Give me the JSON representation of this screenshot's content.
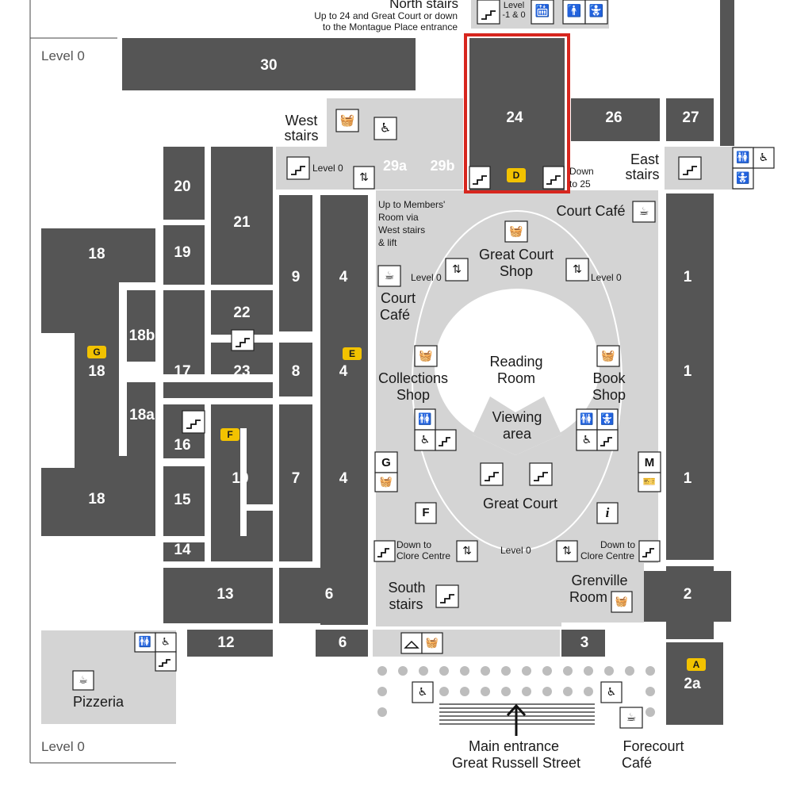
{
  "level_labels": {
    "top": "Level 0",
    "bottom": "Level 0"
  },
  "north_stairs": {
    "title": "North stairs",
    "desc_line1": "Up to 24 and Great Court or down",
    "desc_line2": "to the Montague Place entrance",
    "lift_label_line1": "Level",
    "lift_label_line2": "-1 & 0"
  },
  "rooms": {
    "r30": "30",
    "r24": "24",
    "r26": "26",
    "r27": "27",
    "r29a": "29a",
    "r29b": "29b",
    "r20": "20",
    "r21": "21",
    "r19": "19",
    "r18_top": "18",
    "r18_mid": "18",
    "r18_bottom": "18",
    "r18b": "18b",
    "r18a": "18a",
    "r17": "17",
    "r22": "22",
    "r23": "23",
    "r16": "16",
    "r15": "15",
    "r14": "14",
    "r13": "13",
    "r12": "12",
    "r10": "10",
    "r9": "9",
    "r8": "8",
    "r7": "7",
    "r4_top": "4",
    "r4_mid": "4",
    "r4_bottom": "4",
    "r6_top": "6",
    "r6_bottom": "6",
    "r1_top": "1",
    "r1_mid": "1",
    "r1_bottom": "1",
    "r2": "2",
    "r2a": "2a",
    "r3": "3"
  },
  "badges": {
    "a": "A",
    "d": "D",
    "e": "E",
    "f": "F",
    "g": "G"
  },
  "areas": {
    "west_stairs_l1": "West",
    "west_stairs_l2": "stairs",
    "east_stairs_l1": "East",
    "east_stairs_l2": "stairs",
    "down_to_25_l1": "Down",
    "down_to_25_l2": "to 25",
    "west_level0": "Level 0",
    "members_l1": "Up to Members'",
    "members_l2": "Room via",
    "members_l3": "West stairs",
    "members_l4": "& lift",
    "court_cafe_top": "Court Café",
    "great_court_shop_l1": "Great Court",
    "great_court_shop_l2": "Shop",
    "lift_level0_left": "Level 0",
    "lift_level0_right": "Level 0",
    "court_cafe_l1": "Court",
    "court_cafe_l2": "Café",
    "reading_room_l1": "Reading",
    "reading_room_l2": "Room",
    "collections_shop_l1": "Collections",
    "collections_shop_l2": "Shop",
    "book_shop_l1": "Book",
    "book_shop_l2": "Shop",
    "viewing_area_l1": "Viewing",
    "viewing_area_l2": "area",
    "great_court": "Great Court",
    "down_clore_left_l1": "Down to",
    "down_clore_left_l2": "Clore Centre",
    "down_clore_right_l1": "Down to",
    "down_clore_right_l2": "Clore Centre",
    "bottom_level0": "Level 0",
    "south_stairs_l1": "South",
    "south_stairs_l2": "stairs",
    "grenville_l1": "Grenville",
    "grenville_l2": "Room",
    "pizzeria": "Pizzeria",
    "main_entrance_l1": "Main entrance",
    "main_entrance_l2": "Great Russell Street",
    "forecourt_l1": "Forecourt",
    "forecourt_l2": "Café"
  },
  "facility_letters": {
    "g": "G",
    "f": "F",
    "m": "M",
    "i": "i"
  },
  "colors": {
    "gallery": "#555555",
    "public": "#d4d4d4",
    "white": "#ffffff",
    "highlight": "#d7261e",
    "badge": "#f2c200"
  },
  "icons": [
    "stairs-icon",
    "lift-icon",
    "toilet-icon",
    "accessible-toilet-icon",
    "baby-change-icon",
    "shop-basket-icon",
    "cafe-cup-icon",
    "cloakroom-hanger-icon",
    "ticket-icon",
    "information-icon"
  ]
}
